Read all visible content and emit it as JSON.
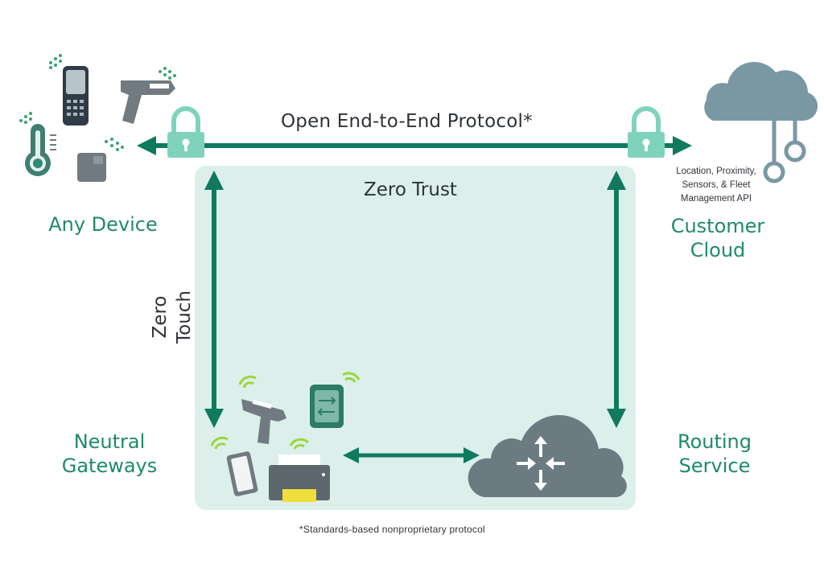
{
  "diagram": {
    "top_protocol_label": "Open End-to-End Protocol*",
    "zero_trust_label": "Zero Trust",
    "zero_touch_label": "Zero Touch",
    "any_device_label": "Any Device",
    "customer_cloud_label": {
      "line1": "Customer",
      "line2": "Cloud"
    },
    "neutral_gateways_label": {
      "line1": "Neutral",
      "line2": "Gateways"
    },
    "routing_service_label": {
      "line1": "Routing",
      "line2": "Service"
    },
    "api_note": {
      "line1": "Location, Proximity,",
      "line2": "Sensors, & Fleet",
      "line3": "Management API"
    },
    "footnote": "*Standards-based nonproprietary protocol"
  },
  "colors": {
    "arrow": "#0f7a5e",
    "label_green": "#1f8a6a",
    "zone_fill": "#dcefeb",
    "lock": "#7fd3bd",
    "cloud": "#7a98a4",
    "routing_cloud": "#6c7b82",
    "wifi": "#9cd63b",
    "device_gray": "#707a80"
  }
}
